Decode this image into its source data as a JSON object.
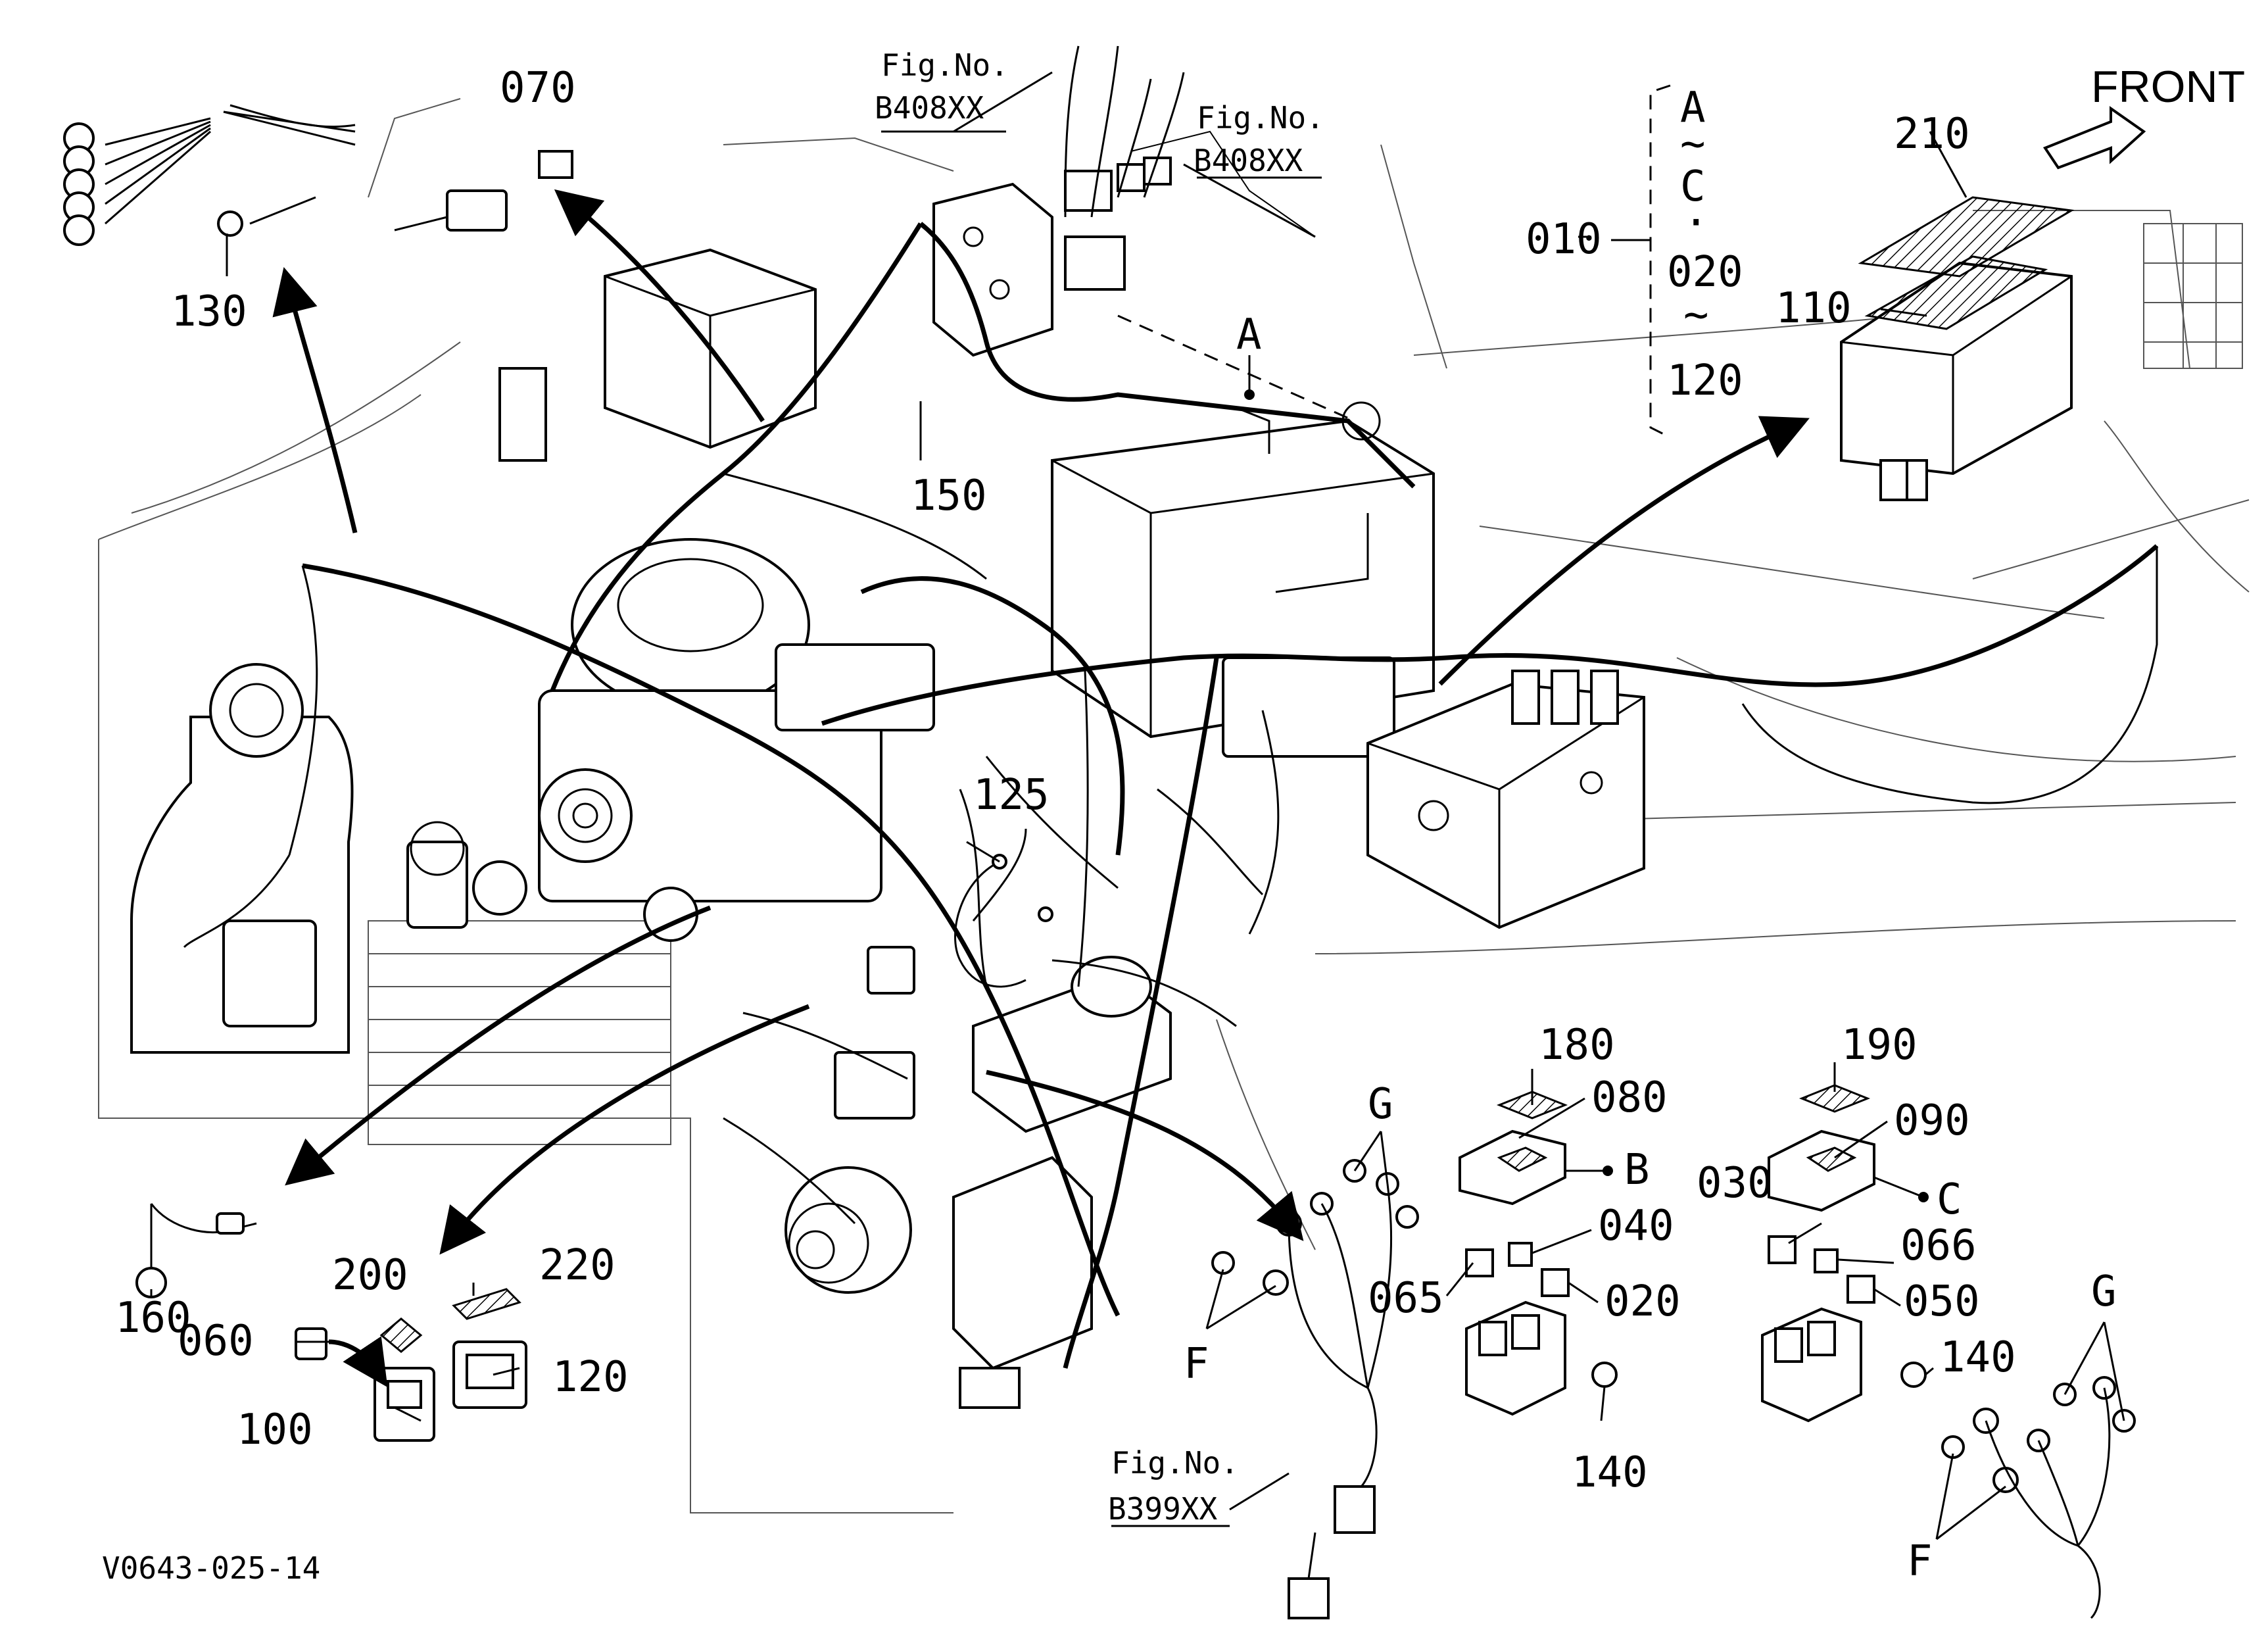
{
  "drawing": {
    "code": "V0643-025-14",
    "front_label": "FRONT"
  },
  "references": {
    "fig_label": "Fig.No.",
    "fig_b408_top": "B408XX",
    "fig_b408_right": "B408XX",
    "fig_b399": "B399XX"
  },
  "group_bracket": {
    "part": "010",
    "line1": "A",
    "line2": "~",
    "line3": "C",
    "line4": "·",
    "line5": "020",
    "line6": "~",
    "line7": "120"
  },
  "callouts": {
    "p020": "020",
    "p030": "030",
    "p040": "040",
    "p050": "050",
    "p060": "060",
    "p065": "065",
    "p066": "066",
    "p070": "070",
    "p080": "080",
    "p090": "090",
    "p100": "100",
    "p110": "110",
    "p120": "120",
    "p125": "125",
    "p130": "130",
    "p140a": "140",
    "p140b": "140",
    "p150": "150",
    "p160": "160",
    "p180": "180",
    "p190": "190",
    "p200": "200",
    "p210": "210",
    "p220": "220"
  },
  "letters": {
    "A": "A",
    "B": "B",
    "C": "C",
    "F1": "F",
    "F2": "F",
    "G1": "G",
    "G2": "G"
  }
}
